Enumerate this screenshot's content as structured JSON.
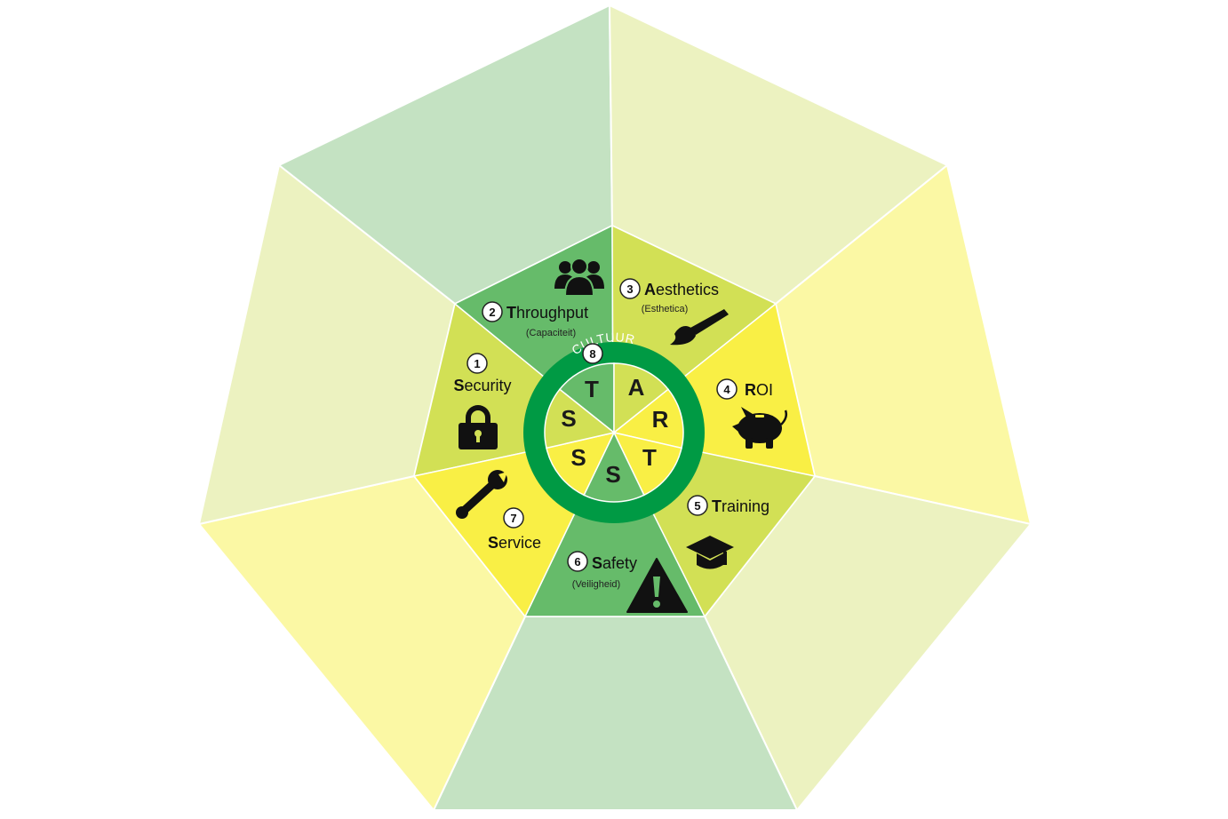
{
  "colors": {
    "outer_green": "#c4e2c2",
    "outer_pale": "#ecf2c0",
    "outer_yellow": "#fbf8a4",
    "inner_green": "#66bb6a",
    "inner_lime": "#d2e055",
    "inner_yellow": "#f9ef45",
    "ring_dark": "#009a44",
    "icon": "#111111"
  },
  "segments": [
    {
      "number": "1",
      "initial": "S",
      "rest": "ecurity",
      "subtitle": "",
      "icon": "padlock-icon"
    },
    {
      "number": "2",
      "initial": "T",
      "rest": "hroughput",
      "subtitle": "(Capaciteit)",
      "icon": "people-group-icon"
    },
    {
      "number": "3",
      "initial": "A",
      "rest": "esthetics",
      "subtitle": "(Esthetica)",
      "icon": "paintbrush-icon"
    },
    {
      "number": "4",
      "initial": "R",
      "rest": "OI",
      "subtitle": "",
      "icon": "piggy-bank-icon"
    },
    {
      "number": "5",
      "initial": "T",
      "rest": "raining",
      "subtitle": "",
      "icon": "graduation-cap-icon"
    },
    {
      "number": "6",
      "initial": "S",
      "rest": "afety",
      "subtitle": "(Veiligheid)",
      "icon": "warning-triangle-icon"
    },
    {
      "number": "7",
      "initial": "S",
      "rest": "ervice",
      "subtitle": "",
      "icon": "wrench-icon"
    }
  ],
  "culture": {
    "number": "8",
    "label": "CULTUUR"
  },
  "wedge_letters": [
    "T",
    "A",
    "R",
    "T",
    "S",
    "S",
    "S"
  ]
}
